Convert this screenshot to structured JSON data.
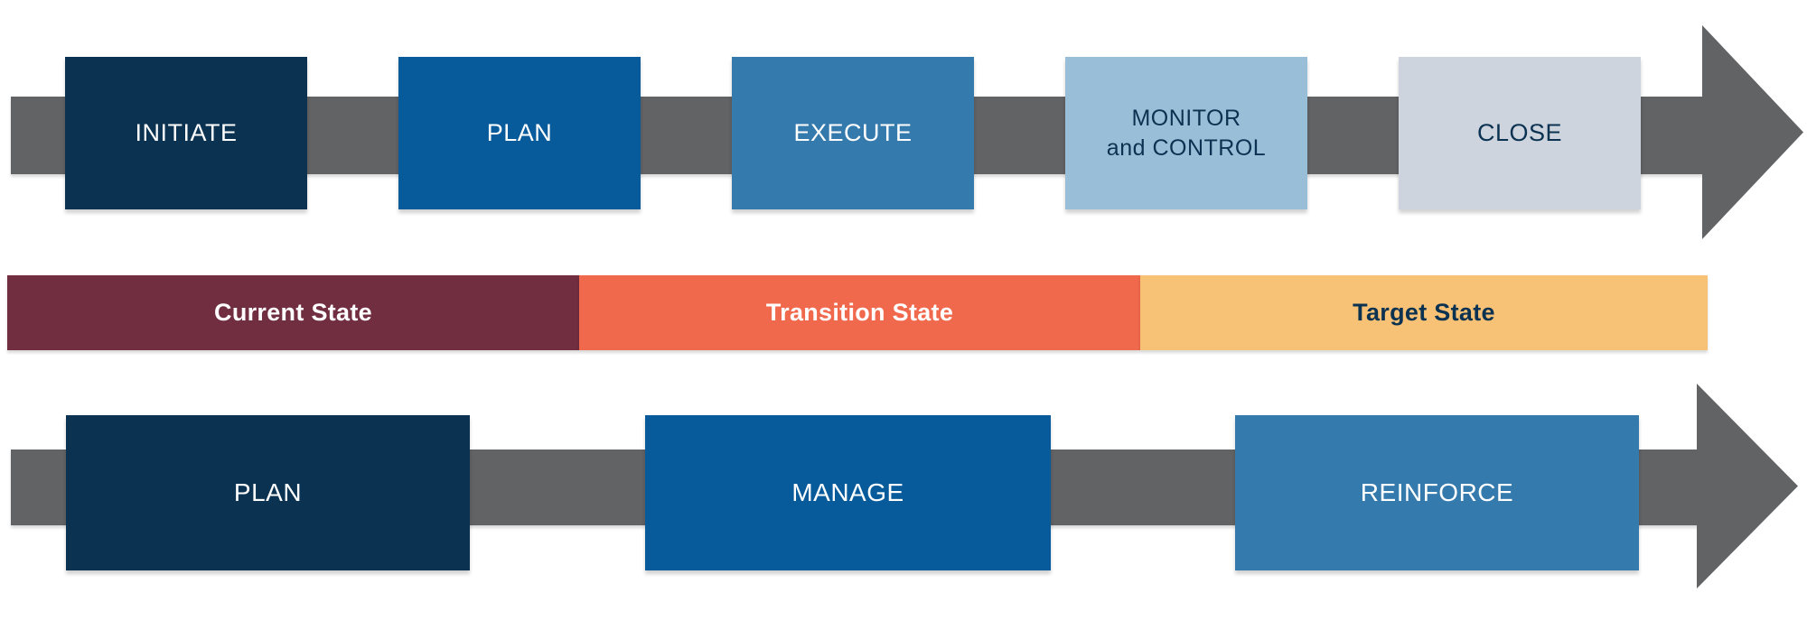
{
  "colors": {
    "background": "#FFFFFF",
    "arrow_gray": "#626365",
    "navy": "#0B3251",
    "blue": "#075B9B",
    "steel_blue": "#357AAD",
    "light_blue": "#98BED8",
    "pale_gray_blue": "#CED4DE",
    "maroon": "#702E40",
    "orange": "#F1694C",
    "amber": "#F7C276",
    "white_text": "#FFFFFF",
    "dark_text": "#0B3251"
  },
  "top_process": {
    "steps": [
      {
        "id": "initiate",
        "lines": [
          "INITIATE"
        ],
        "bg": "#0B3251",
        "text_color": "#FFFFFF"
      },
      {
        "id": "plan",
        "lines": [
          "PLAN"
        ],
        "bg": "#075B9B",
        "text_color": "#FFFFFF"
      },
      {
        "id": "execute",
        "lines": [
          "EXECUTE"
        ],
        "bg": "#357AAD",
        "text_color": "#FFFFFF"
      },
      {
        "id": "monitor-and-control",
        "lines": [
          "MONITOR",
          "and CONTROL"
        ],
        "bg": "#98BED8",
        "text_color": "#0B3251"
      },
      {
        "id": "close",
        "lines": [
          "CLOSE"
        ],
        "bg": "#CED4DE",
        "text_color": "#0B3251"
      }
    ]
  },
  "state_bar": {
    "segments": [
      {
        "id": "current-state",
        "label": "Current State",
        "bg": "#702E40",
        "text_color": "#FFFFFF"
      },
      {
        "id": "transition-state",
        "label": "Transition State",
        "bg": "#F1694C",
        "text_color": "#FFFFFF"
      },
      {
        "id": "target-state",
        "label": "Target State",
        "bg": "#F7C276",
        "text_color": "#0B3251"
      }
    ]
  },
  "bottom_process": {
    "steps": [
      {
        "id": "plan",
        "label": "PLAN",
        "bg": "#0B3251",
        "text_color": "#FFFFFF"
      },
      {
        "id": "manage",
        "label": "MANAGE",
        "bg": "#075B9B",
        "text_color": "#FFFFFF"
      },
      {
        "id": "reinforce",
        "label": "REINFORCE",
        "bg": "#357AAD",
        "text_color": "#FFFFFF"
      }
    ]
  }
}
